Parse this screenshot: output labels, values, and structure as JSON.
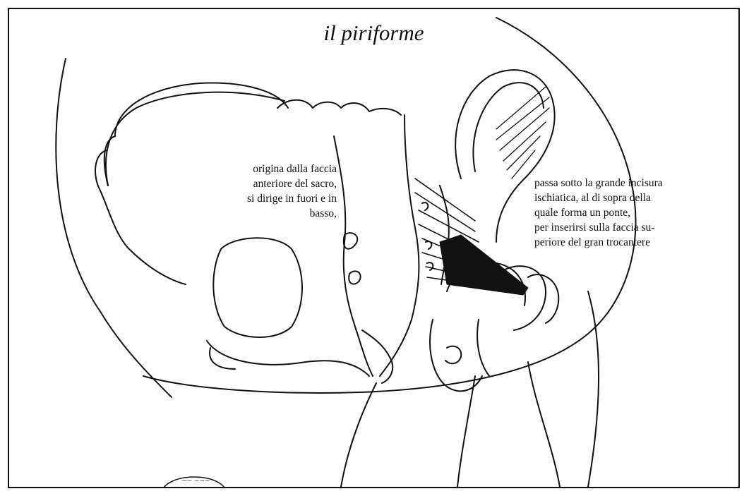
{
  "title": "il piriforme",
  "annotations": {
    "origin": [
      "origina dalla faccia",
      "anteriore del sacro,",
      "si dirige in fuori e in",
      "basso,"
    ],
    "insertion": [
      "passa sotto la grande incisura",
      "ischiatica, al di sopra della",
      "quale forma un ponte,",
      "per inserirsi sulla faccia su-",
      "periore del gran trocantere"
    ]
  },
  "stamp_text": "~~ ~~~",
  "colors": {
    "ink": "#111111",
    "background": "#ffffff"
  }
}
